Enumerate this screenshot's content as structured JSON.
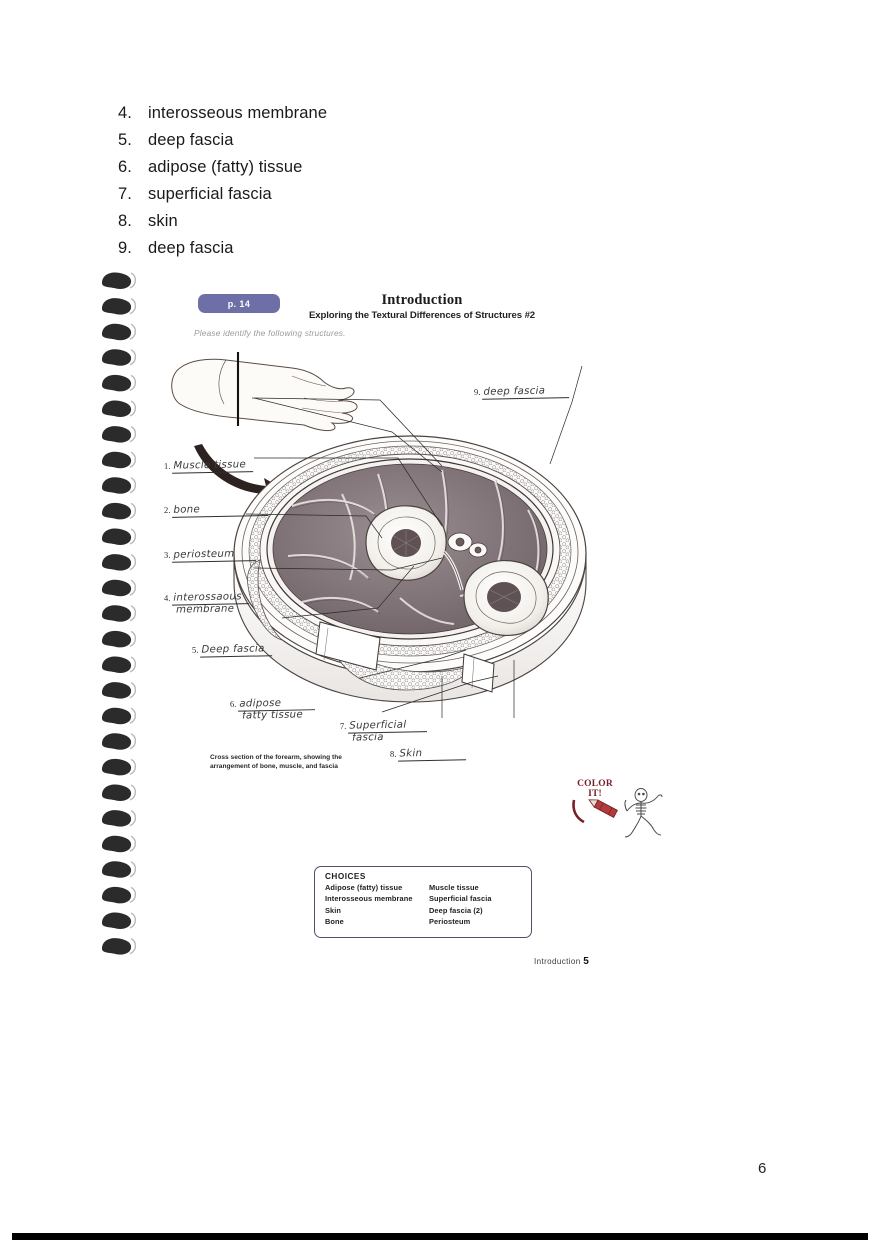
{
  "document": {
    "page_number": "6",
    "answer_list": [
      {
        "num": "4.",
        "text": "interosseous membrane"
      },
      {
        "num": "5.",
        "text": "deep fascia"
      },
      {
        "num": "6.",
        "text": "adipose (fatty) tissue"
      },
      {
        "num": "7.",
        "text": "superficial fascia"
      },
      {
        "num": "8.",
        "text": "skin"
      },
      {
        "num": "9.",
        "text": "deep fascia"
      }
    ]
  },
  "worksheet": {
    "page_badge": "p. 14",
    "title": "Introduction",
    "subtitle": "Exploring the Textural Differences of Structures #2",
    "instruction": "Please identify the following structures.",
    "caption": "Cross section of the forearm, showing the arrangement of bone, muscle, and fascia",
    "color_it": {
      "line1": "COLOR",
      "line2": "IT!"
    },
    "footer": {
      "label": "Introduction",
      "page": "5"
    },
    "handwritten_labels": [
      {
        "num": "1.",
        "line1": "Muscle tissue",
        "line2": ""
      },
      {
        "num": "2.",
        "line1": "bone",
        "line2": ""
      },
      {
        "num": "3.",
        "line1": "periosteum",
        "line2": ""
      },
      {
        "num": "4.",
        "line1": "interossaous",
        "line2": "membrane"
      },
      {
        "num": "5.",
        "line1": "Deep fascia",
        "line2": ""
      },
      {
        "num": "6.",
        "line1": "adipose",
        "line2": "fatty tissue"
      },
      {
        "num": "7.",
        "line1": "Superficial",
        "line2": "fascia"
      },
      {
        "num": "8.",
        "line1": "Skin",
        "line2": ""
      },
      {
        "num": "9.",
        "line1": "deep fascia",
        "line2": ""
      }
    ],
    "choices": {
      "title": "CHOICES",
      "left": [
        "Adipose (fatty) tissue",
        "Interosseous membrane",
        "Skin",
        "Bone"
      ],
      "right": [
        "Muscle tissue",
        "Superficial fascia",
        "Deep fascia (2)",
        "Periosteum"
      ]
    }
  },
  "colors": {
    "badge": "#6f6fa8",
    "choices_border": "#55506a",
    "color_it": "#7a2028",
    "spiral": "#2b2b2b"
  }
}
